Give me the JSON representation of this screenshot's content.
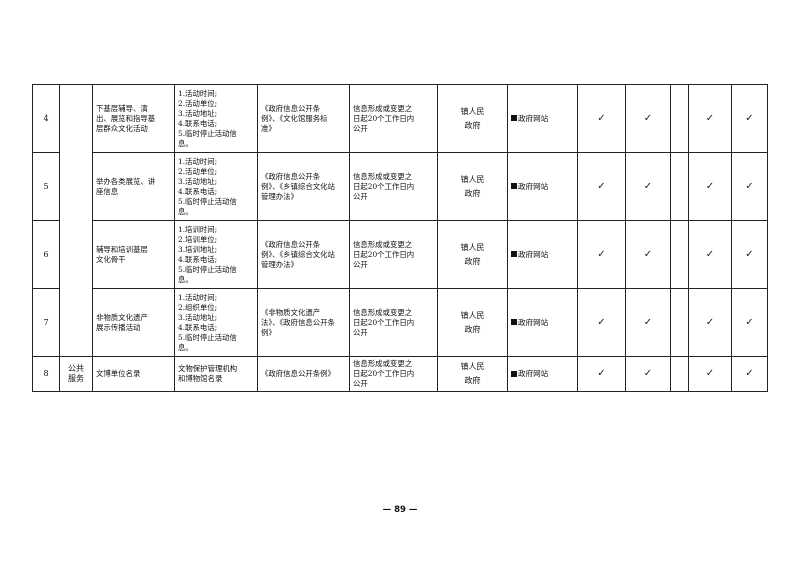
{
  "rows": [
    {
      "no": "4",
      "category": "",
      "item": [
        "下基层辅导、演",
        "出、展览和指导基",
        "层群众文化活动"
      ],
      "content": [
        "1.活动时间;",
        "2.活动单位;",
        "3.活动地址;",
        "4.联系电话;",
        "5.临时停止活动信",
        "息。"
      ],
      "basis": [
        "《政府信息公开条",
        "例》、《文化馆服务标",
        "准》"
      ],
      "time": [
        "信息形成或变更之",
        "日起20个工作日内",
        "公开"
      ],
      "subject": [
        "镇人民",
        "政府"
      ],
      "channel": "政府网站",
      "checks": [
        "✓",
        "✓",
        "✓",
        "✓",
        "✓"
      ]
    },
    {
      "no": "5",
      "category": "",
      "item": [
        "举办各类展览、讲",
        "座信息"
      ],
      "content": [
        "1.活动时间;",
        "2.活动单位;",
        "3.活动地址;",
        "4.联系电话;",
        "5.临时停止活动信",
        "息。"
      ],
      "basis": [
        "《政府信息公开条",
        "例》、《乡镇综合文化站",
        "管理办法》"
      ],
      "time": [
        "信息形成或变更之",
        "日起20个工作日内",
        "公开"
      ],
      "subject": [
        "镇人民",
        "政府"
      ],
      "channel": "政府网站",
      "checks": [
        "✓",
        "✓",
        "✓",
        "✓",
        "✓"
      ]
    },
    {
      "no": "6",
      "category": "",
      "item": [
        "辅导和培训基层",
        "文化骨干"
      ],
      "content": [
        "1.培训时间;",
        "2.培训单位;",
        "3.培训地址;",
        "4.联系电话;",
        "5.临时停止活动信",
        "息。"
      ],
      "basis": [
        "《政府信息公开条",
        "例》、《乡镇综合文化站",
        "管理办法》"
      ],
      "time": [
        "信息形成或变更之",
        "日起20个工作日内",
        "公开"
      ],
      "subject": [
        "镇人民",
        "政府"
      ],
      "channel": "政府网站",
      "checks": [
        "✓",
        "✓",
        "✓",
        "✓",
        "✓"
      ]
    },
    {
      "no": "7",
      "category": "",
      "item": [
        "非物质文化遗产",
        "展示传播活动"
      ],
      "content": [
        "1.活动时间;",
        "2.组织单位;",
        "3.活动地址;",
        "4.联系电话;",
        "5.临时停止活动信",
        "息。"
      ],
      "basis": [
        "《非物质文化遗产",
        "法》、《政府信息公开条",
        "例》"
      ],
      "time": [
        "信息形成或变更之",
        "日起20个工作日内",
        "公开"
      ],
      "subject": [
        "镇人民",
        "政府"
      ],
      "channel": "政府网站",
      "checks": [
        "✓",
        "✓",
        "✓",
        "✓",
        "✓"
      ]
    },
    {
      "no": "8",
      "category": [
        "公共",
        "服务"
      ],
      "item": [
        "文博单位名录"
      ],
      "content": [
        "文物保护管理机构",
        "和博物馆名录"
      ],
      "basis": [
        "《政府信息公开条例》"
      ],
      "time": [
        "信息形成或变更之",
        "日起20个工作日内",
        "公开"
      ],
      "subject": [
        "镇人民",
        "政府"
      ],
      "channel": "政府网站",
      "checks": [
        "✓",
        "✓",
        "✓",
        "✓",
        "✓"
      ]
    }
  ],
  "page_number": "— 89 —"
}
